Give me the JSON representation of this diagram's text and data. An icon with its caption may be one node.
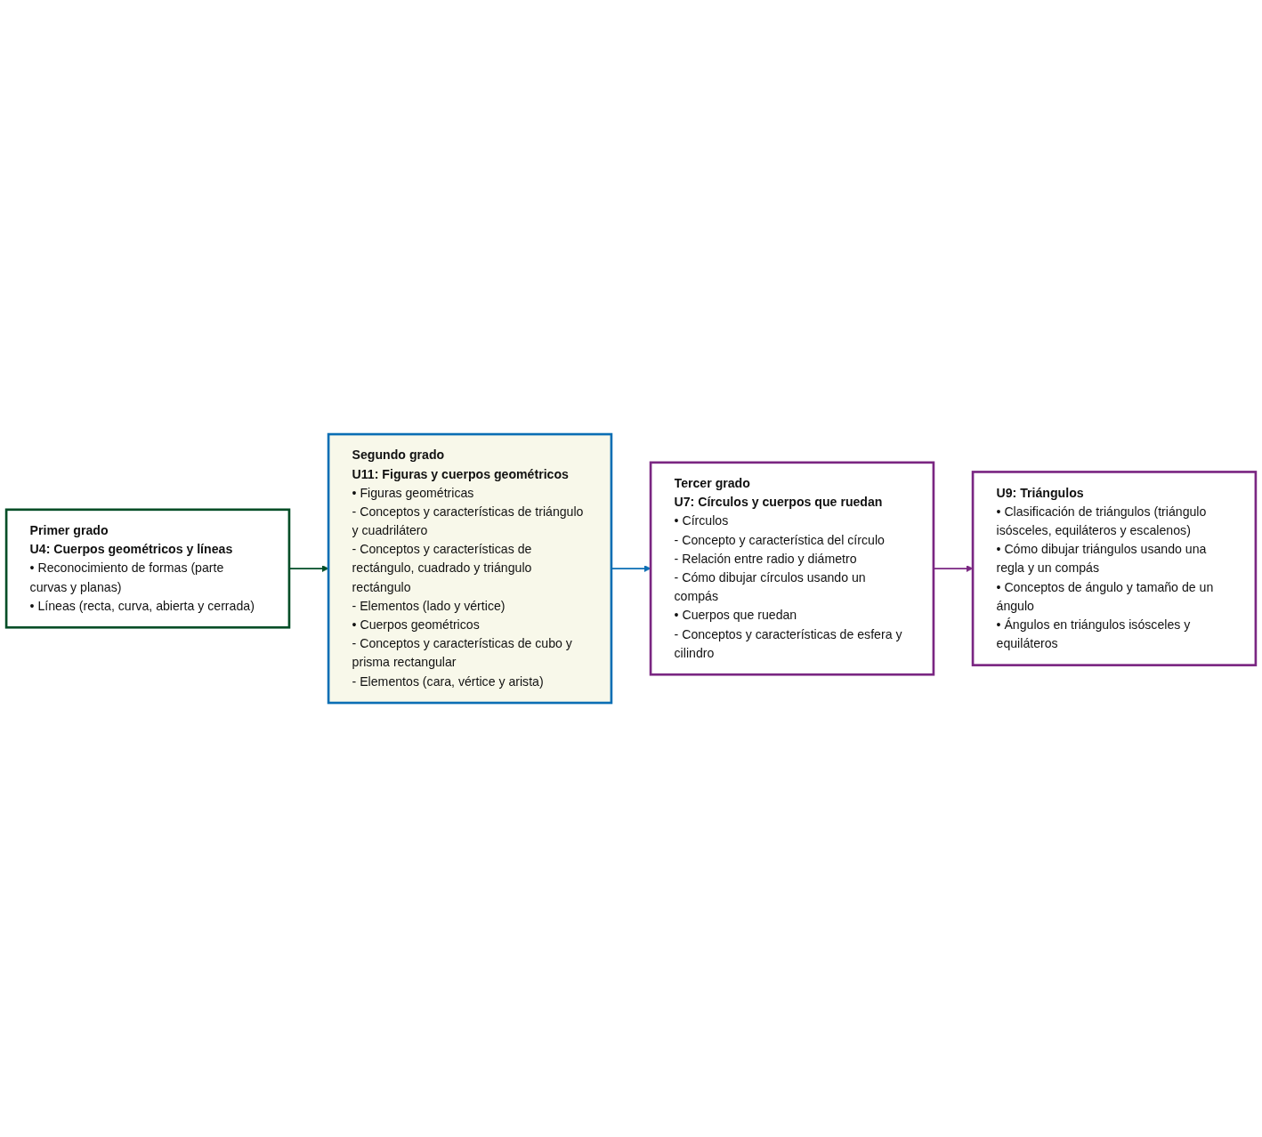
{
  "diagram": {
    "nodes": [
      {
        "text": [
          "Primer grado",
          "U4: Cuerpos geométricos y líneas",
          "• Reconocimiento de formas (parte curvas y planas)",
          "• Líneas (recta, curva, abierta y cerrada)"
        ]
      },
      {
        "text": [
          "Segundo grado",
          "U11: Figuras y cuerpos geométricos",
          "• Figuras geométricas",
          "- Conceptos y características de triángulo y cuadrilátero",
          "- Conceptos y características de rectángulo, cuadrado y triángulo rectángulo",
          "- Elementos (lado y vértice)",
          "• Cuerpos geométricos",
          "- Conceptos y características de cubo y prisma rectangular",
          "- Elementos (cara, vértice y arista)"
        ]
      },
      {
        "text": [
          "Tercer grado",
          "U7: Círculos y cuerpos que ruedan",
          "• Círculos",
          "- Concepto y característica del círculo",
          "- Relación entre radio y diámetro",
          "- Cómo dibujar círculos usando un compás",
          "• Cuerpos que ruedan",
          "- Conceptos y características de esfera y cilindro"
        ]
      },
      {
        "text": [
          "U9: Triángulos",
          "• Clasificación de triángulos (triángulo isósceles, equiláteros y escalenos)",
          "• Cómo dibujar triángulos usando una regla y un compás",
          "• Conceptos de ángulo y tamaño de un ángulo",
          "• Ángulos en triángulos isósceles y equiláteros"
        ]
      }
    ],
    "edges": [
      {
        "from": 0,
        "to": 1,
        "arrow": "to",
        "color": "#004d26"
      },
      {
        "from": 1,
        "to": 2,
        "arrow": "to",
        "color": "#0a6eb4"
      },
      {
        "from": 2,
        "to": 3,
        "arrow": "to",
        "color": "#7a2682"
      }
    ]
  }
}
